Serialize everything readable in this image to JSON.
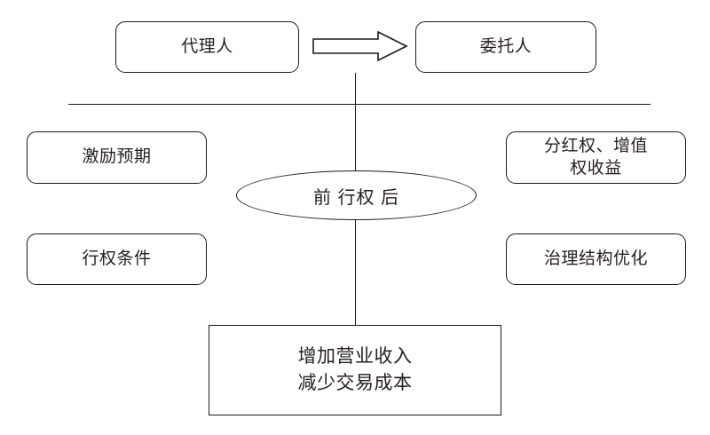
{
  "diagram": {
    "title_text": "",
    "colors": {
      "stroke": "#1a1a1a",
      "text": "#231f20",
      "background": "#ffffff"
    },
    "nodes": {
      "agent": "代理人",
      "principal": "委托人",
      "incentive_expectation": "激励预期",
      "dividend_rights": "分红权、增值\n权收益",
      "exercise_condition": "行权条件",
      "governance_optimization": "治理结构优化",
      "timeline_ellipse": "前 行权  后",
      "outcome": "增加营业收入\n减少交易成本"
    },
    "connectors": {
      "arrow_agent_to_principal": "block-arrow-right",
      "horizontal_divider": "divider-line",
      "vertical_stem_upper": "vertical-line",
      "vertical_stem_lower": "vertical-line"
    }
  }
}
